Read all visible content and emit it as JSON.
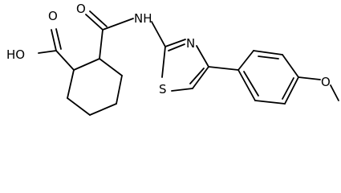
{
  "molecule": {
    "atom_labels": {
      "hydroxyl": "HO",
      "carboxyl_oxygen": "O",
      "amide_oxygen": "O",
      "amide_nh": "NH",
      "thiazole_nitrogen": "N",
      "thiazole_sulfur": "S",
      "ether_oxygen": "O"
    },
    "colors": {
      "bond": "#000000",
      "label": "#000000",
      "background": "#ffffff"
    }
  }
}
